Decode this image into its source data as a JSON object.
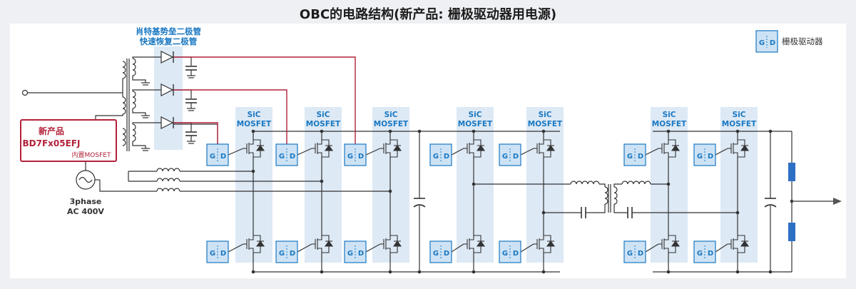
{
  "title": "OBC的电路结构(新产品: 栅极驱动器用电源)",
  "diode_label": {
    "line1": "肖特基势垒二极管",
    "line2": "快速恢复二极管"
  },
  "new_product": {
    "line1": "新产品",
    "line2": "BD7Fx05EFJ",
    "line3": "内置MOSFET"
  },
  "source_label": {
    "line1": "3phase",
    "line2": "AC 400V"
  },
  "sic_label": {
    "line1": "SiC",
    "line2": "MOSFET"
  },
  "gate_driver": {
    "g": "G",
    "d": "D"
  },
  "legend": {
    "label": "栅极驱动器"
  },
  "colors": {
    "wire": "#333333",
    "highlight": "#b2223a",
    "accent": "#1a78c2",
    "shade": "#dde9f5",
    "gd_box": "#cde3f5",
    "inductor_blue": "#2d6fc4"
  }
}
